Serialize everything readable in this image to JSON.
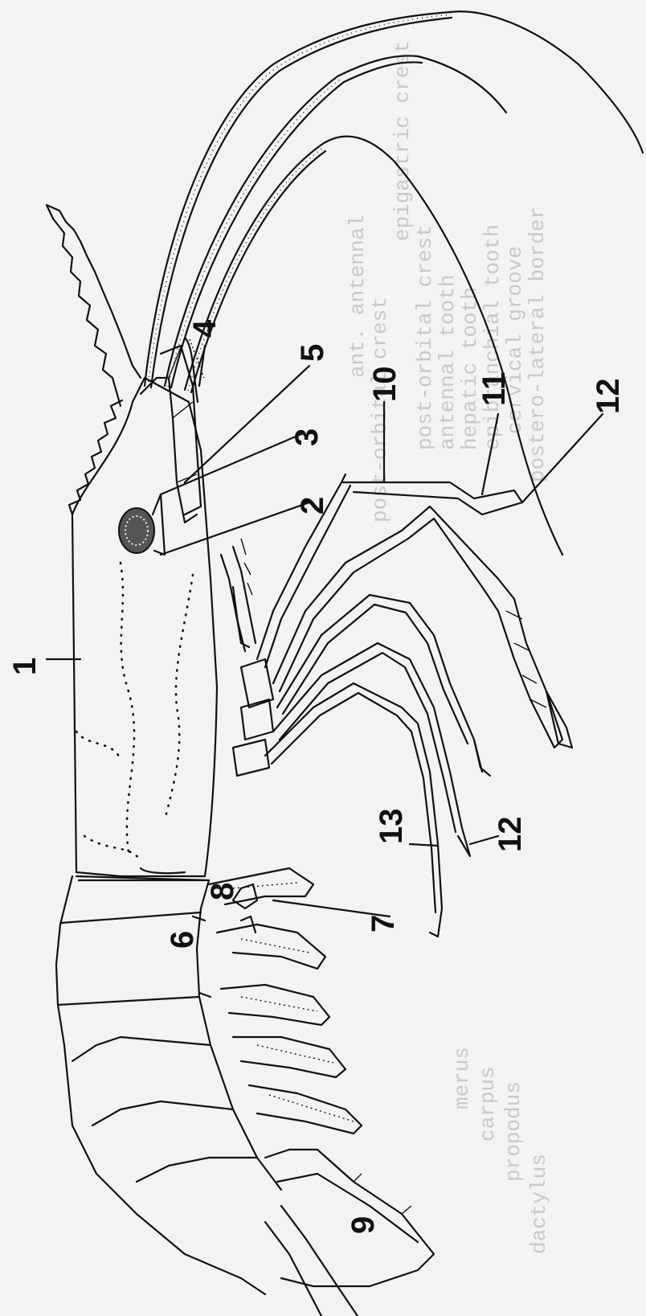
{
  "figure": {
    "background": "#f3f3f1",
    "ink": "#111111",
    "callouts": [
      {
        "id": "1",
        "label": "1"
      },
      {
        "id": "2",
        "label": "2"
      },
      {
        "id": "3",
        "label": "3"
      },
      {
        "id": "4",
        "label": "4"
      },
      {
        "id": "5",
        "label": "5"
      },
      {
        "id": "6",
        "label": "6"
      },
      {
        "id": "7",
        "label": "7"
      },
      {
        "id": "8",
        "label": "8"
      },
      {
        "id": "9",
        "label": "9"
      },
      {
        "id": "10",
        "label": "10"
      },
      {
        "id": "11",
        "label": "11"
      },
      {
        "id": "12a",
        "label": "12"
      },
      {
        "id": "12b",
        "label": "12"
      },
      {
        "id": "13",
        "label": "13"
      }
    ],
    "bleed_through_text": [
      "ant. antennal",
      "post-orbital crest",
      "epigastric crest",
      "post-orbital crest",
      "antennal tooth",
      "hepatic tooth",
      "epibranchial tooth",
      "cervical groove",
      "postero-lateral border",
      "merus",
      "carpus",
      "propodus",
      "dactylus"
    ]
  }
}
